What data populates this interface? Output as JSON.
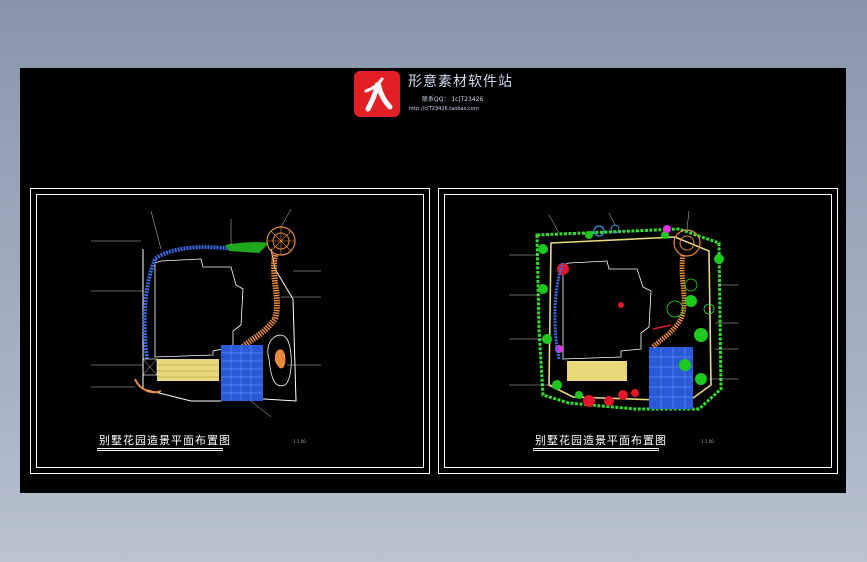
{
  "header": {
    "brand_title": "形意素材软件站",
    "contact_line": "联系QQ： 1c|T23426",
    "url_line": "http://c|T23426.taobao.com"
  },
  "left_drawing": {
    "caption": "别墅花园造景平面布置图",
    "scale": "1:1 00"
  },
  "right_drawing": {
    "caption": "别墅花园造景平面布置图",
    "scale": "1:1 00"
  },
  "colors": {
    "background_gradient_top": "#8796a9",
    "cad_canvas": "#000000",
    "logo_red": "#e11f25",
    "plan_line": "#ffffff",
    "paving_blue": "#2a5ad8",
    "wood_deck": "#e8d87a",
    "path_orange": "#e88a3a",
    "planting_green": "#2ee02a",
    "flower_red": "#e2182a",
    "accent_magenta": "#e233e2"
  }
}
